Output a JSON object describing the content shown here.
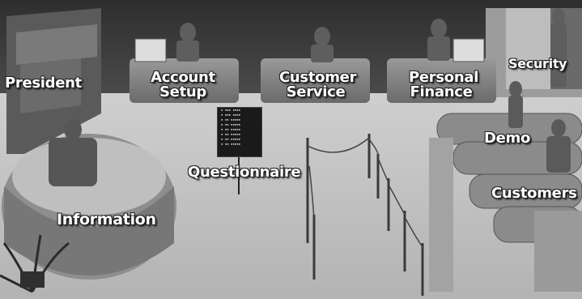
{
  "scene": {
    "labels": {
      "president": "President",
      "account_setup": "Account Setup",
      "customer_service": "Customer Service",
      "personal_finance": "Personal Finance",
      "security": "Security",
      "demo": "Demo",
      "customers": "Customers",
      "questionnaire": "Questionnaire",
      "information": "Information"
    }
  }
}
